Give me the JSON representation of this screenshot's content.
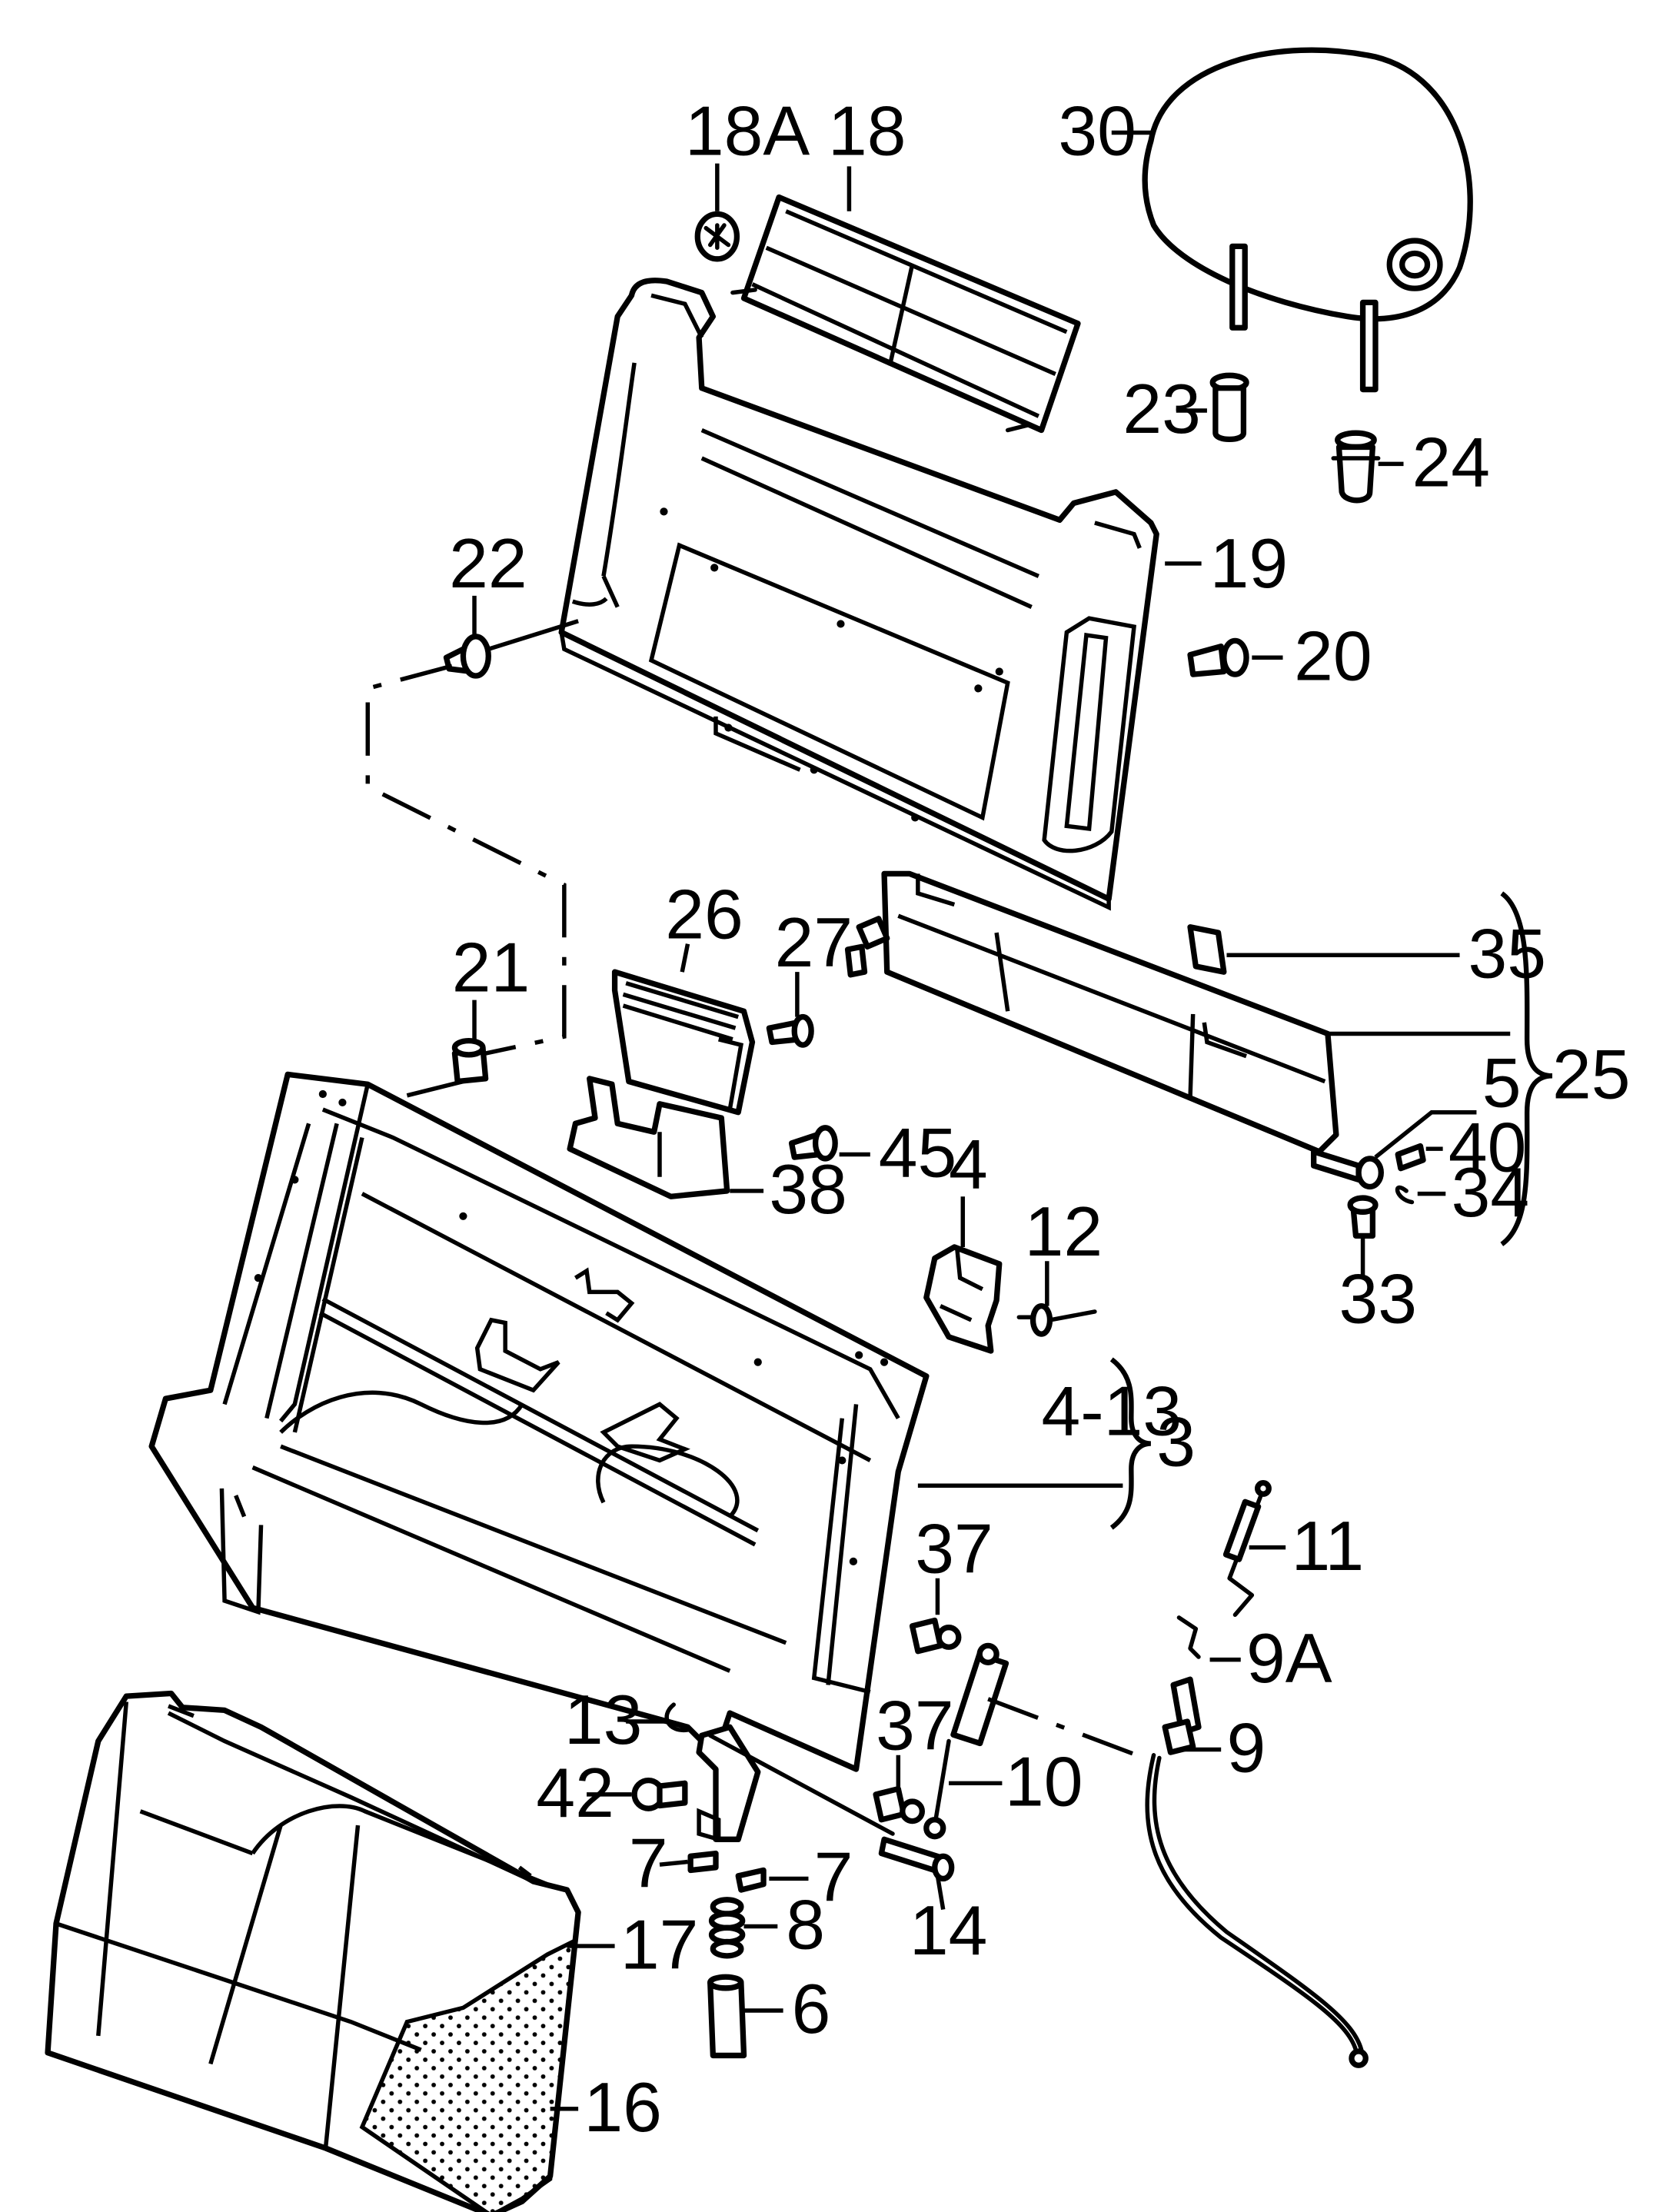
{
  "callouts": {
    "p30": "30",
    "p18a": "18A",
    "p18": "18",
    "p23": "23",
    "p24": "24",
    "p19": "19",
    "p22": "22",
    "p20": "20",
    "p26": "26",
    "p27": "27",
    "p21": "21",
    "p35": "35",
    "p25": "25",
    "p5": "5",
    "p40": "40",
    "p34": "34",
    "p45": "45",
    "p38": "38",
    "p33": "33",
    "p4": "4",
    "p12": "12",
    "p4_13": "4-13",
    "p3": "3",
    "p11": "11",
    "p37a": "37",
    "p9a": "9A",
    "p13": "13",
    "p37b": "37",
    "p9": "9",
    "p10": "10",
    "p42": "42",
    "p7a": "7",
    "p7b": "7",
    "p8": "8",
    "p14": "14",
    "p17": "17",
    "p6": "6",
    "p16": "16"
  },
  "colors": {
    "line": "#000000",
    "background": "#ffffff"
  }
}
